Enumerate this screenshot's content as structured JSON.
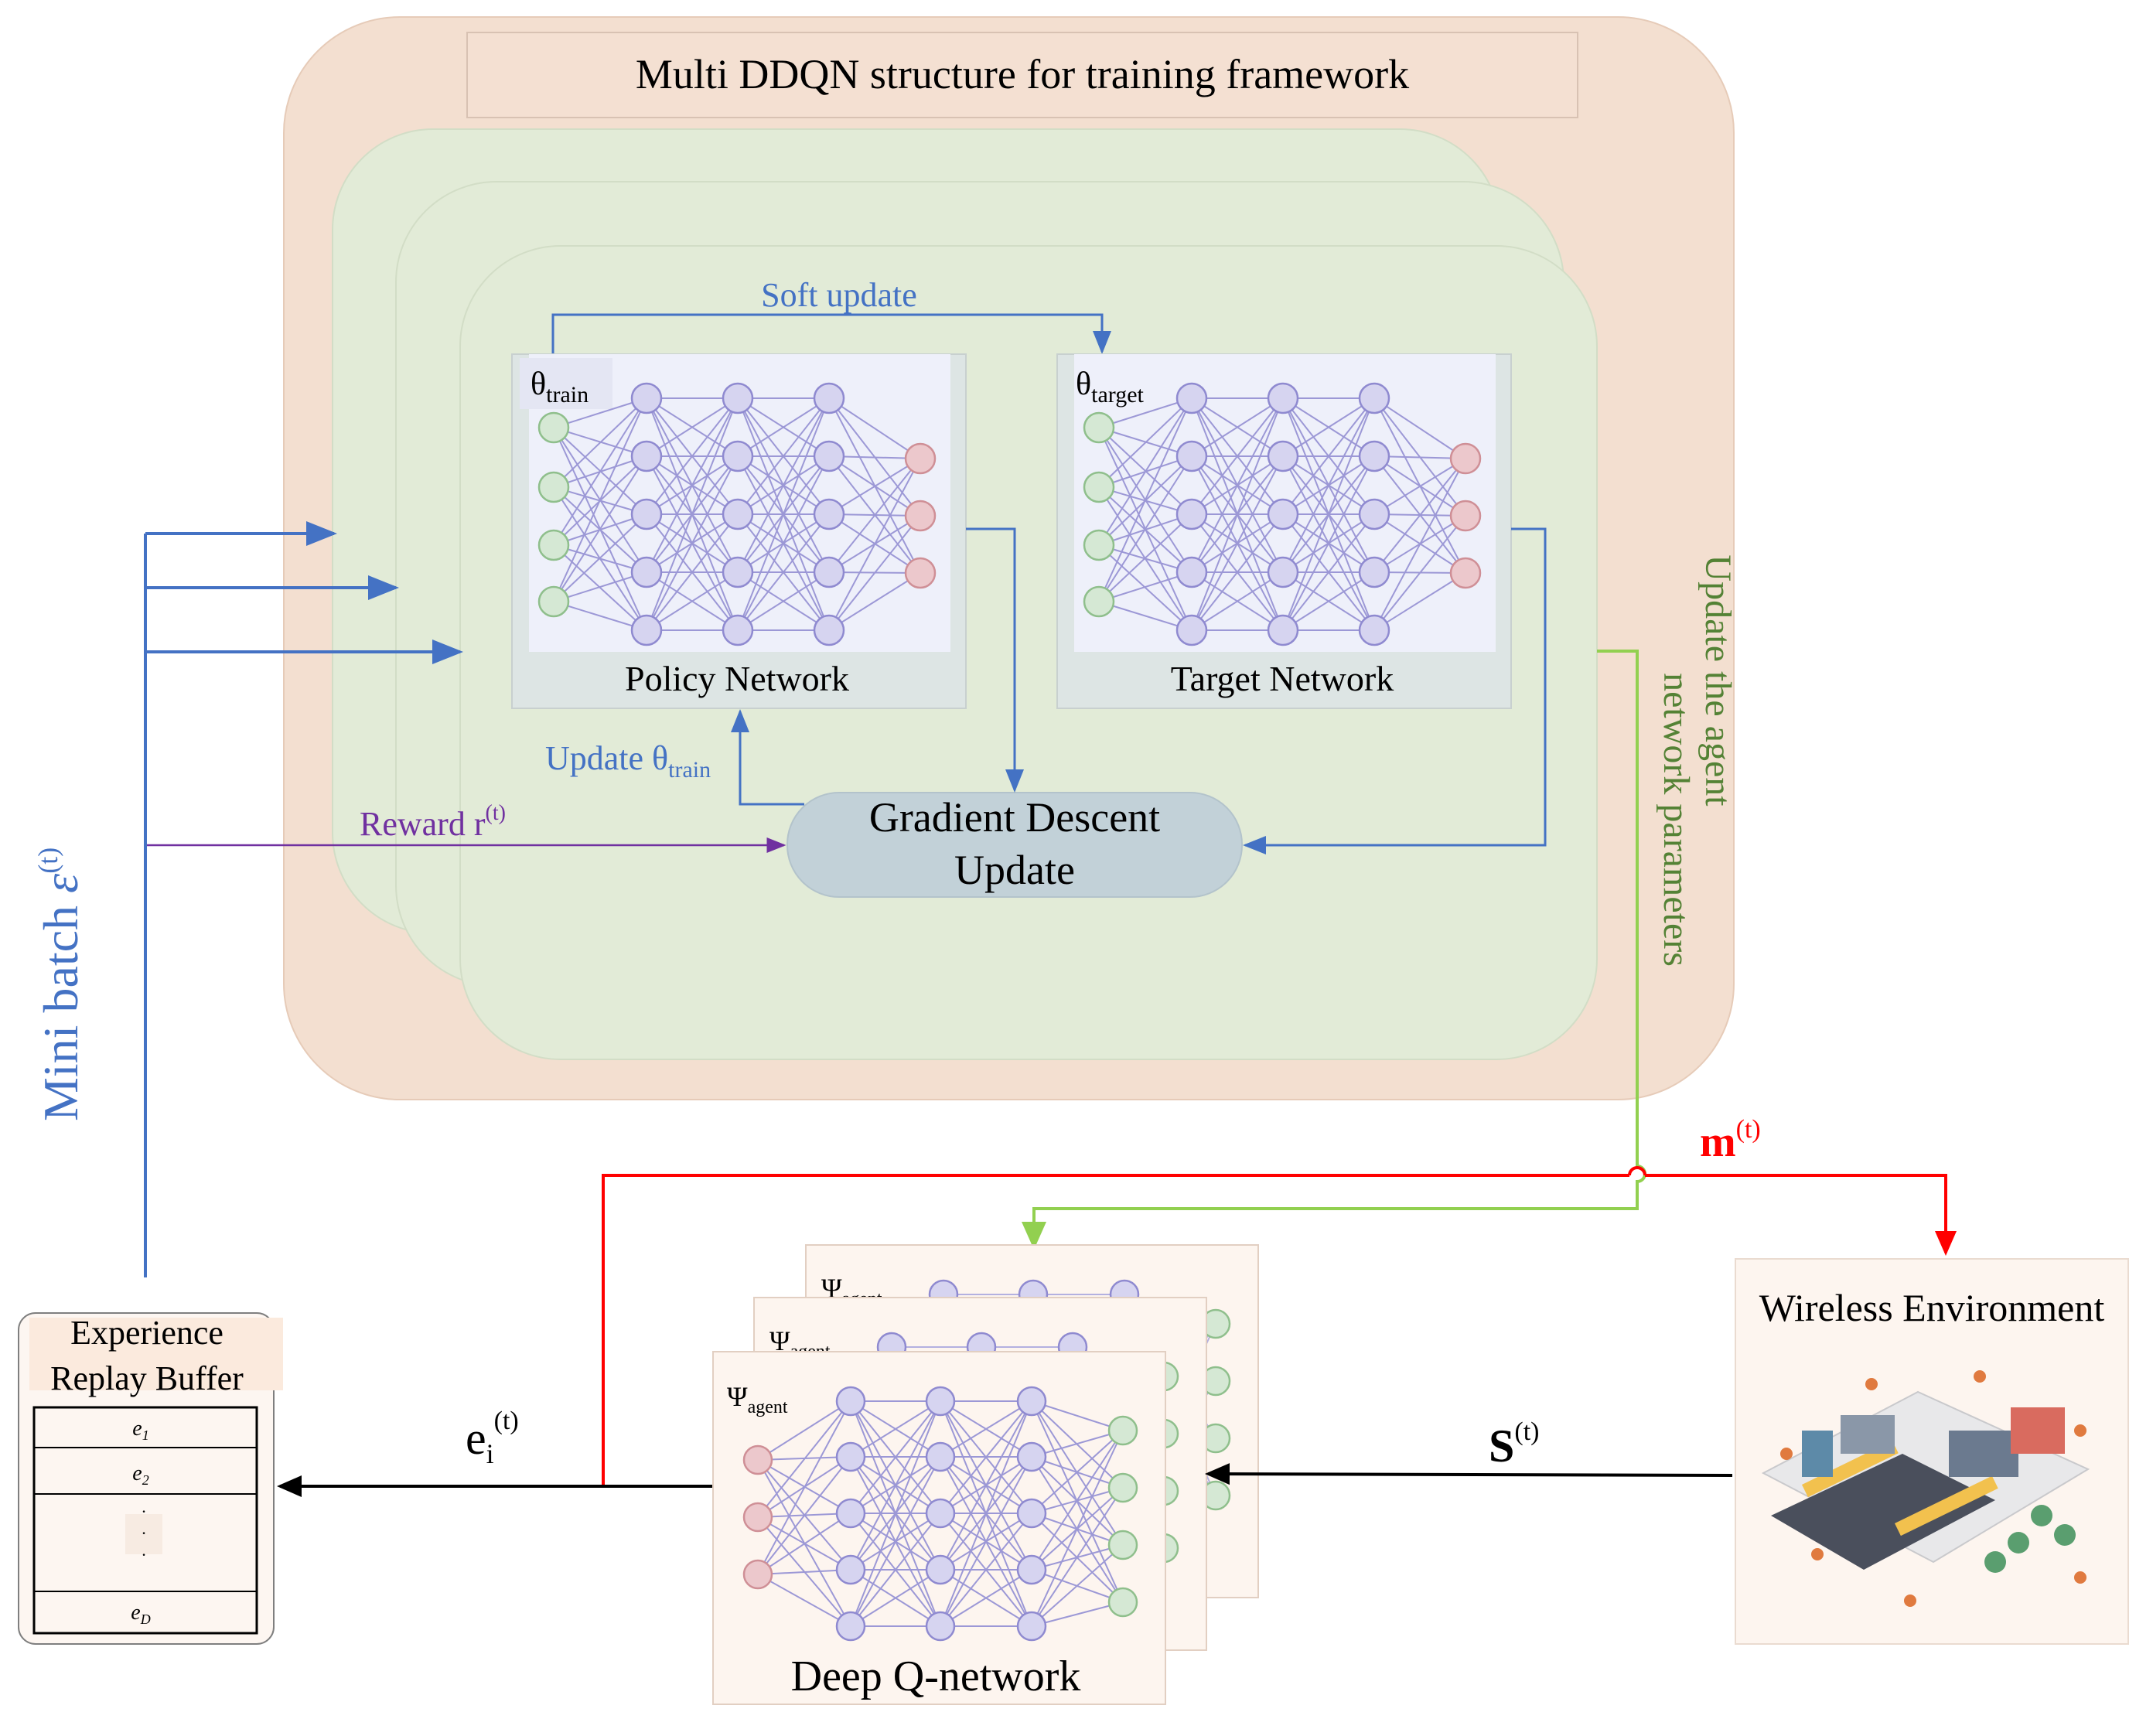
{
  "title": "Multi DDQN structure for training framework",
  "soft_update": "Soft update",
  "policy": {
    "theta_base": "θ",
    "theta_sub": "train",
    "label": "Policy Network"
  },
  "target": {
    "theta_base": "θ",
    "theta_sub": "target",
    "label": "Target Network"
  },
  "update_theta": {
    "prefix": "Update θ",
    "sub": "train"
  },
  "reward": {
    "base": "Reward r",
    "sup": "(t)"
  },
  "gradient": {
    "line1": "Gradient Descent",
    "line2": "Update"
  },
  "update_agent": {
    "line1": "Update the agent",
    "line2": "network parameters"
  },
  "mini_batch": {
    "text": "Mini batch ",
    "symbol": "ε",
    "sup": "(t)"
  },
  "m_label": {
    "base": "m",
    "sup": "(t)"
  },
  "s_label": {
    "base": "S",
    "sup": "(t)"
  },
  "e_label": {
    "base": "e",
    "sub": "i",
    "sup": "(t)"
  },
  "buffer": {
    "line1": "Experience",
    "line2": "Replay Buffer",
    "rows": [
      {
        "base": "e",
        "sub": "1"
      },
      {
        "base": "e",
        "sub": "2"
      },
      {
        "base": "e",
        "sub": "D"
      }
    ],
    "dots": "·"
  },
  "dqn": {
    "psi_base": "Ψ",
    "psi_sub": "agent",
    "label": "Deep Q-network"
  },
  "wireless": {
    "label": "Wireless Environment"
  },
  "colors": {
    "outer_bg": "#f3dfd0",
    "green_panel": "#e3ecd8",
    "blue_arrow": "#4472c4",
    "purple_arrow": "#7030a0",
    "red_arrow": "#ff0000",
    "green_arrow": "#92d050",
    "green_text": "#548235",
    "node_purple": "#d6d4f0",
    "node_green": "#d5e8d4",
    "node_pink": "#ecc8cc"
  }
}
